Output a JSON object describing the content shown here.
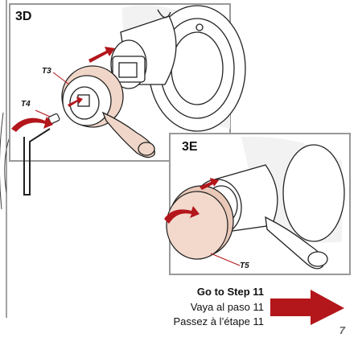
{
  "panel_3d": {
    "label": "3D",
    "callout_t3": "T3",
    "callout_t4": "T4"
  },
  "panel_3e": {
    "label": "3E",
    "callout_t5": "T5"
  },
  "navigation": {
    "go_to_step": "Go to Step 11",
    "spanish": "Vaya al paso 11",
    "french": "Passez à l’étape 11"
  },
  "page_number": "7",
  "colors": {
    "arrow_red": "#b3161b",
    "cap_fill": "#f2d9cc",
    "handle_fill": "#f0d6c8"
  }
}
